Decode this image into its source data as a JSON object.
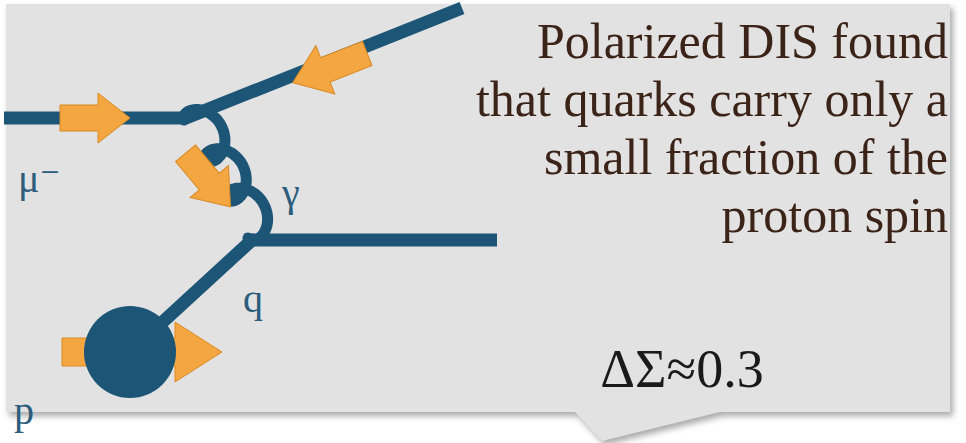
{
  "diagram": {
    "nodes": [
      {
        "text": [
          "Polarized DIS found that quarks carry only a small fraction of the proton spin",
          "ΔΣ≈0.3"
        ]
      }
    ],
    "labels": [
      "μ⁻",
      "γ",
      "q",
      "p"
    ]
  }
}
